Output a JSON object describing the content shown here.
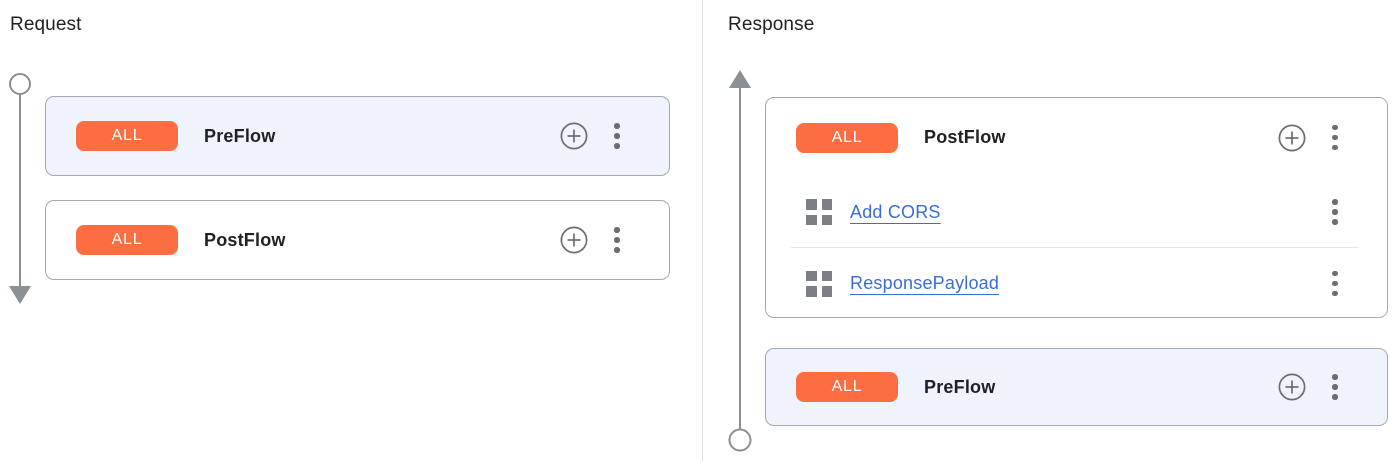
{
  "panels": {
    "request": {
      "title": "Request",
      "flows": [
        {
          "badge": "ALL",
          "name": "PreFlow",
          "selected": true,
          "policies": []
        },
        {
          "badge": "ALL",
          "name": "PostFlow",
          "selected": false,
          "policies": []
        }
      ]
    },
    "response": {
      "title": "Response",
      "flows": [
        {
          "badge": "ALL",
          "name": "PostFlow",
          "selected": false,
          "policies": [
            {
              "name": "Add CORS"
            },
            {
              "name": "ResponsePayload"
            }
          ]
        },
        {
          "badge": "ALL",
          "name": "PreFlow",
          "selected": true,
          "policies": []
        }
      ]
    }
  },
  "icons": {
    "add_policy": "plus-circle",
    "more_options": "kebab-vertical",
    "policy_handle": "grid-2x2",
    "request_timeline": "line-down-arrow",
    "response_timeline": "line-up-arrow"
  },
  "colors": {
    "badge_bg": "#fc6d42",
    "badge_text": "#ffffff",
    "selected_card_bg": "#eff3fb",
    "card_border": "#a5aab1",
    "link_blue": "#3b6cd6",
    "flow_name_text": "#202124",
    "icon_gray": "#696e73",
    "timeline_gray": "#8b9095",
    "panel_divider": "#e2e4e7"
  }
}
